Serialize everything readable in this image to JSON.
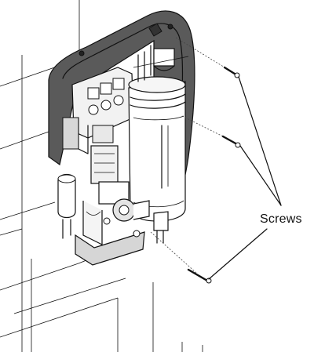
{
  "diagram": {
    "callout": {
      "label": "Screws",
      "target_count": 3
    },
    "parts": {
      "wall": "wall-tiles",
      "unit": "shower-unit-backplate",
      "cylinder": "heater-cylinder",
      "valve": "water-inlet-valve",
      "screws": [
        "screw-top",
        "screw-middle",
        "screw-bottom"
      ]
    },
    "colors": {
      "line": "#111111",
      "housing": "#5a5a5a",
      "background": "#ffffff"
    }
  }
}
